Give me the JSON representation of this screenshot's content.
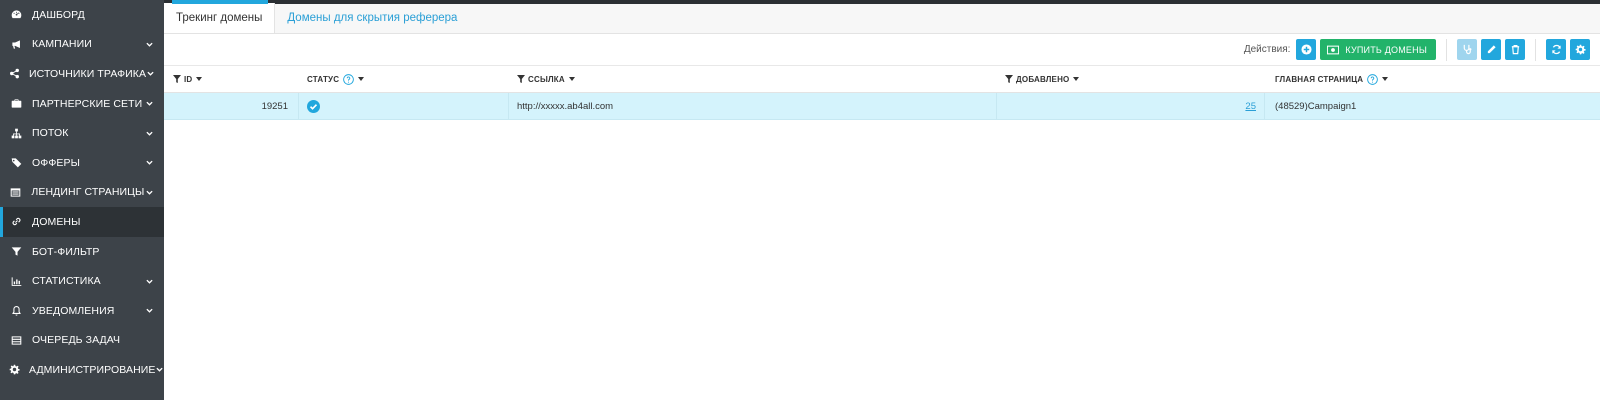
{
  "sidebar": {
    "items": [
      {
        "label": "ДАШБОРД",
        "icon": "dashboard-icon",
        "has_submenu": false
      },
      {
        "label": "КАМПАНИИ",
        "icon": "bullhorn-icon",
        "has_submenu": true
      },
      {
        "label": "ИСТОЧНИКИ ТРАФИКА",
        "icon": "share-icon",
        "has_submenu": true
      },
      {
        "label": "ПАРТНЕРСКИЕ СЕТИ",
        "icon": "briefcase-icon",
        "has_submenu": true
      },
      {
        "label": "ПОТОК",
        "icon": "sitemap-icon",
        "has_submenu": true
      },
      {
        "label": "ОФФЕРЫ",
        "icon": "tags-icon",
        "has_submenu": true
      },
      {
        "label": "ЛЕНДИНГ СТРАНИЦЫ",
        "icon": "layout-icon",
        "has_submenu": true
      },
      {
        "label": "ДОМЕНЫ",
        "icon": "link-icon",
        "has_submenu": false,
        "active": true
      },
      {
        "label": "БОТ-ФИЛЬТР",
        "icon": "filter-icon",
        "has_submenu": false
      },
      {
        "label": "СТАТИСТИКА",
        "icon": "bar-chart-icon",
        "has_submenu": true
      },
      {
        "label": "УВЕДОМЛЕНИЯ",
        "icon": "bell-icon",
        "has_submenu": true
      },
      {
        "label": "ОЧЕРЕДЬ ЗАДАЧ",
        "icon": "list-icon",
        "has_submenu": false
      },
      {
        "label": "АДМИНИСТРИРОВАНИЕ",
        "icon": "gear-icon",
        "has_submenu": true
      }
    ]
  },
  "tabs": [
    {
      "label": "Трекинг домены",
      "active": true
    },
    {
      "label": "Домены для скрытия реферера",
      "active": false
    }
  ],
  "toolbar": {
    "actions_label": "Действия:",
    "buy_domains_label": "КУПИТЬ ДОМЕНЫ"
  },
  "table": {
    "headers": {
      "id": "ID",
      "status": "СТАТУС",
      "link": "ССЫЛКА",
      "added": "ДОБАВЛЕНО",
      "main_page": "ГЛАВНАЯ СТРАНИЦА"
    },
    "rows": [
      {
        "id": "19251",
        "status": "verified",
        "link": "http://xxxxx.ab4all.com",
        "added": "25",
        "main_page": "(48529)Campaign1"
      }
    ]
  },
  "colors": {
    "sidebar_bg": "#3d4349",
    "accent": "#22a7dd",
    "green": "#22b36a",
    "row_highlight": "#d4f3fc"
  }
}
